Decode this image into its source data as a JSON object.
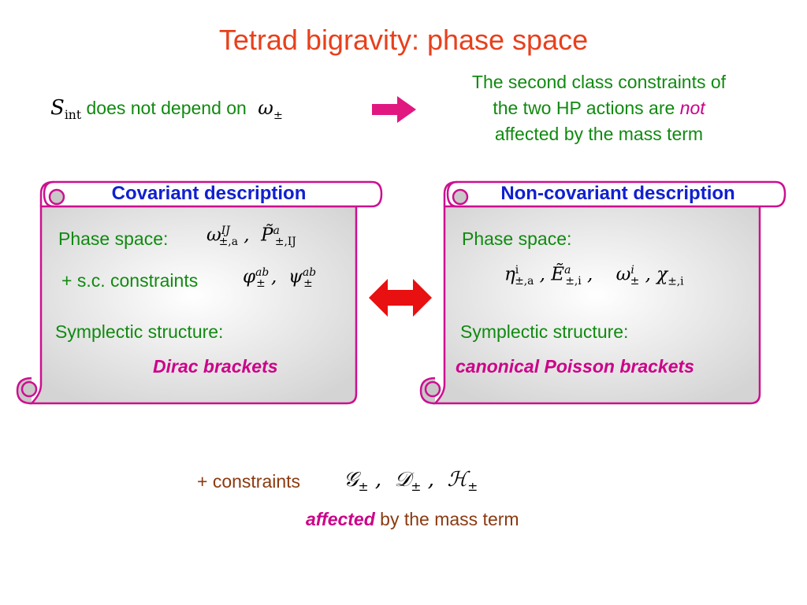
{
  "title": "Tetrad bigravity: phase space",
  "top": {
    "sint_symbol": "S",
    "sint_sub": "int",
    "does_not_depend": "does not depend on",
    "omega_pm": "ω",
    "omega_pm_sub": "±",
    "right_line1": "The second class constraints of",
    "right_line2a": "the two HP actions are ",
    "right_line2_not": "not",
    "right_line3": "affected by the mass term"
  },
  "left_scroll": {
    "header": "Covariant description",
    "phase_space_label": "Phase space:",
    "phase_space_math": "ω±,a^IJ ,  P̃±,IJ^a",
    "sc_label": "+ s.c. constraints",
    "sc_math": "φ±^ab ,  ψ±^ab",
    "symplectic_label": "Symplectic structure:",
    "brackets": "Dirac brackets"
  },
  "right_scroll": {
    "header": "Non-covariant description",
    "phase_space_label": "Phase space:",
    "phase_space_math": "η±,a^i ,  Ẽ±,i^a ,    ω±^i , χ±,i",
    "symplectic_label": "Symplectic structure:",
    "brackets": "canonical Poisson brackets"
  },
  "bottom": {
    "constraints_label": "+ constraints",
    "constraints_math": "𝒢± ,  𝒟± ,  ℋ±",
    "affected": "affected",
    "by_mass_term": "by the mass term"
  },
  "colors": {
    "title": "#e8401c",
    "green_text": "#108a10",
    "magenta": "#cc0088",
    "blue": "#1020d0",
    "brown": "#8b3a10",
    "scroll_border": "#cc1090",
    "arrow_right": "#e01880",
    "arrow_double": "#e81010"
  },
  "icons": [
    "right-arrow-icon",
    "double-arrow-icon",
    "scroll-left",
    "scroll-right"
  ]
}
